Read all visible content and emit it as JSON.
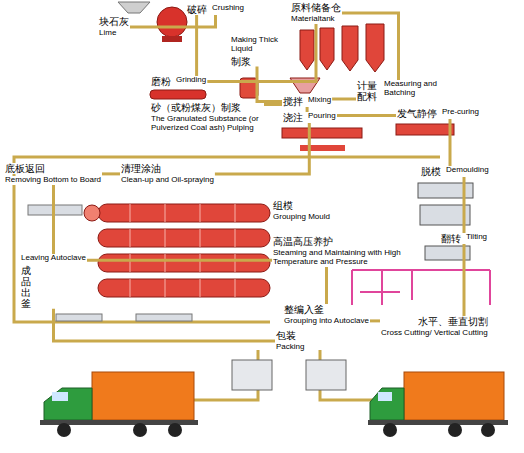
{
  "diagram": {
    "nodes": [
      {
        "text": [
          "块石灰",
          "Lime"
        ]
      },
      {
        "text": [
          "破碎",
          "Crushing"
        ]
      },
      {
        "text": [
          "磨粉",
          "Grinding"
        ]
      },
      {
        "text": [
          "原料储备仓",
          "Materialtank"
        ]
      },
      {
        "text": [
          "Making Thick Liquid",
          "制浆"
        ]
      },
      {
        "text": [
          "计量 配料",
          "Measuring and Batching"
        ]
      },
      {
        "text": [
          "砂（或粉煤灰）制浆",
          "The Granulated Substance (or Pulverized Coal ash) Pulping"
        ]
      },
      {
        "text": [
          "搅拌",
          "Mixing"
        ]
      },
      {
        "text": [
          "浇注",
          "Pouring"
        ]
      },
      {
        "text": [
          "发气静停",
          "Pre-curing"
        ]
      },
      {
        "text": [
          "脱模",
          "Demoulding"
        ]
      },
      {
        "text": [
          "翻转",
          "Tilting"
        ]
      },
      {
        "text": [
          "水平、垂直切割",
          "Cross Cutting/ Vertical Cutting"
        ]
      },
      {
        "text": [
          "整编入釜",
          "Grouping into Autoclave"
        ]
      },
      {
        "text": [
          "高温高压养护",
          "Steaming and Maintaining with High Temperature and Pressure"
        ]
      },
      {
        "text": [
          "Leaving Autoclave",
          "成品出釜"
        ]
      },
      {
        "text": [
          "包装",
          "Packing"
        ]
      },
      {
        "text": [
          "组模",
          "Grouping Mould"
        ]
      },
      {
        "text": [
          "清理涂油",
          "Clean-up and Oil-spraying"
        ]
      },
      {
        "text": [
          "底板返回",
          "Removing Bottom to Board"
        ]
      }
    ],
    "edges": [
      {
        "from": 0,
        "to": 1,
        "arrow": "none"
      },
      {
        "from": 1,
        "to": 2,
        "arrow": "none"
      },
      {
        "from": 2,
        "to": 3,
        "arrow": "none"
      },
      {
        "from": 3,
        "to": 5,
        "arrow": "none"
      },
      {
        "from": 4,
        "to": 7,
        "arrow": "none"
      },
      {
        "from": 5,
        "to": 7,
        "arrow": "none"
      },
      {
        "from": 6,
        "to": 7,
        "arrow": "none"
      },
      {
        "from": 7,
        "to": 8,
        "arrow": "none"
      },
      {
        "from": 8,
        "to": 9,
        "arrow": "none"
      },
      {
        "from": 9,
        "to": 10,
        "arrow": "none"
      },
      {
        "from": 10,
        "to": 11,
        "arrow": "none"
      },
      {
        "from": 11,
        "to": 12,
        "arrow": "none"
      },
      {
        "from": 12,
        "to": 13,
        "arrow": "none"
      },
      {
        "from": 13,
        "to": 14,
        "arrow": "none"
      },
      {
        "from": 14,
        "to": 15,
        "arrow": "none"
      },
      {
        "from": 15,
        "to": 16,
        "arrow": "none"
      },
      {
        "from": 15,
        "to": 19,
        "arrow": "none"
      },
      {
        "from": 19,
        "to": 18,
        "arrow": "none"
      },
      {
        "from": 18,
        "to": 8,
        "arrow": "none"
      }
    ]
  }
}
